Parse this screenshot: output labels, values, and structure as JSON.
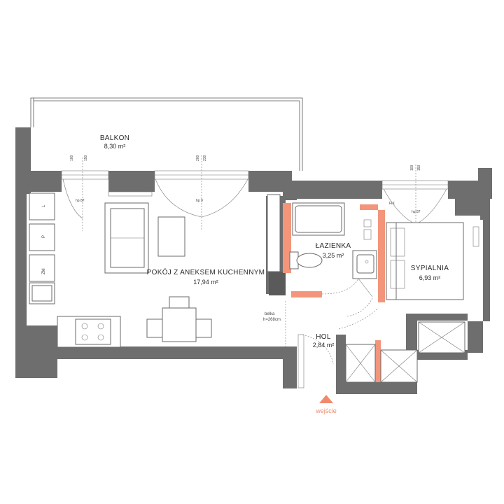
{
  "rooms": {
    "balkon": {
      "name": "BALKON",
      "area": "8,30 m²"
    },
    "living": {
      "name": "POKÓJ Z ANEKSEM KUCHENNYM",
      "area": "17,94 m²"
    },
    "bath": {
      "name": "ŁAZIENKA",
      "area": "3,25 m²"
    },
    "bedroom": {
      "name": "SYPIALNIA",
      "area": "6,93 m²"
    },
    "hall": {
      "name": "HOL",
      "area": "2,84 m²"
    }
  },
  "cabinets": {
    "l": "L",
    "p": "P",
    "zm": "ZM"
  },
  "windows": {
    "w1": {
      "h1": "100",
      "h2": "150",
      "hp": "hp 87"
    },
    "w2": {
      "h1": "200",
      "h2": "230",
      "hp": "hp 9"
    },
    "w3": {
      "h1": "100",
      "h2": "150",
      "hp": "hp 87"
    }
  },
  "beam": {
    "line1": "belka",
    "line2": "h=268cm"
  },
  "fix": "FIX",
  "entrance": "wejście",
  "colors": {
    "wall": "#6e6e6e",
    "new_wall": "#f3957b",
    "entrance": "#f08a6e"
  }
}
